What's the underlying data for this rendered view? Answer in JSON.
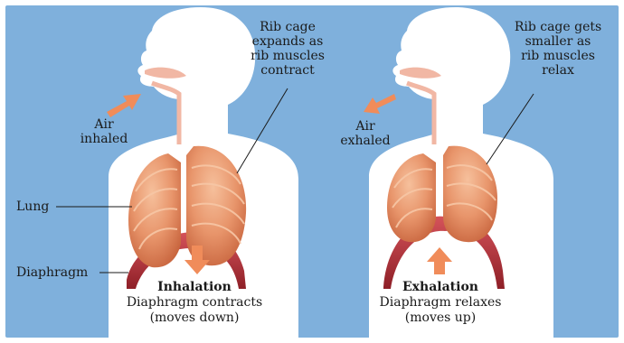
{
  "colors": {
    "background": "#7fb0dc",
    "body": "#ffffff",
    "lung": "#e8956b",
    "diaphragm": "#b8333a",
    "arrow": "#f08c5a",
    "line": "#1a1a1a"
  },
  "inhalation": {
    "rib_label": [
      "Rib cage",
      "expands as",
      "rib muscles",
      "contract"
    ],
    "air_label": [
      "Air",
      "inhaled"
    ],
    "lung_label": "Lung",
    "diaphragm_label": "Diaphragm",
    "title": "Inhalation",
    "desc": "Diaphragm contracts",
    "desc2": "(moves down)"
  },
  "exhalation": {
    "rib_label": [
      "Rib cage gets",
      "smaller as",
      "rib muscles",
      "relax"
    ],
    "air_label": [
      "Air",
      "exhaled"
    ],
    "title": "Exhalation",
    "desc": "Diaphragm relaxes",
    "desc2": "(moves up)"
  }
}
